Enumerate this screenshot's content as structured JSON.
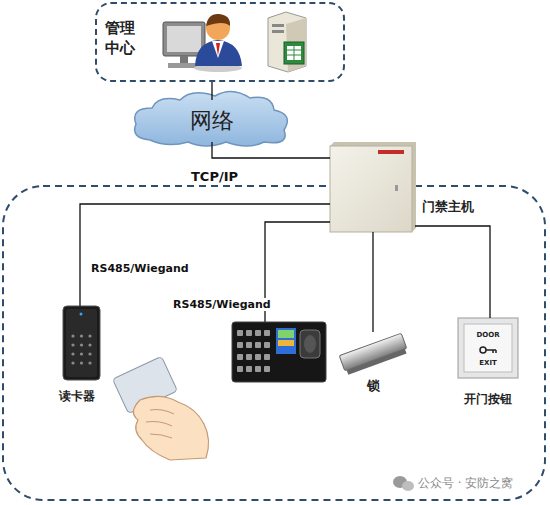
{
  "diagram": {
    "nodes": [
      {
        "text": [
          "管理 中心"
        ]
      },
      {
        "text": [
          "网络"
        ]
      },
      {
        "text": [
          "门禁主机"
        ]
      },
      {
        "text": [
          "读卡器"
        ]
      },
      {
        "text": [
          "锁"
        ]
      },
      {
        "text": [
          "DOOR",
          "EXIT",
          "开门按钮"
        ]
      }
    ],
    "edges": [
      {
        "from": 0,
        "to": 1,
        "arrow": "none"
      },
      {
        "from": 1,
        "to": 2,
        "label": "TCP/IP",
        "arrow": "none"
      },
      {
        "from": 2,
        "to": 3,
        "label": "RS485/Wiegand",
        "arrow": "none"
      },
      {
        "from": 2,
        "to": 4,
        "arrow": "none"
      },
      {
        "from": 2,
        "to": 5,
        "arrow": "none"
      }
    ],
    "labels": [
      "RS485/Wiegand",
      "公众号 · 安防之窝"
    ]
  }
}
